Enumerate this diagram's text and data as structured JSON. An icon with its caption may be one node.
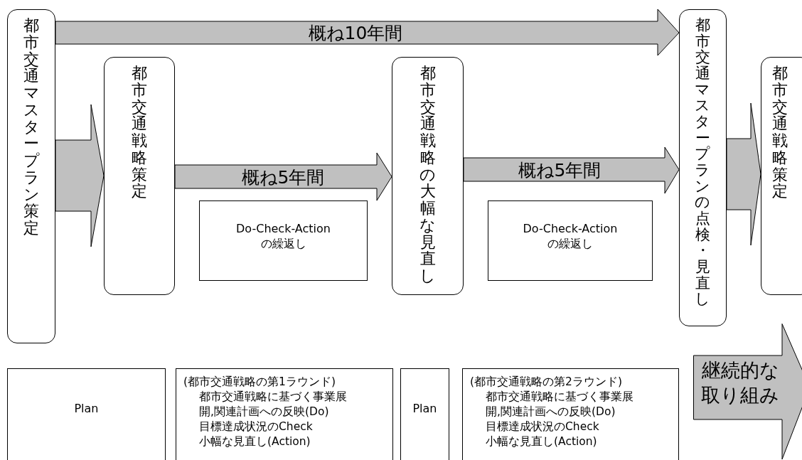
{
  "diagram": {
    "nodes": [
      {
        "text": [
          "都市交通マスタープラン策定"
        ]
      },
      {
        "text": [
          "都市交通戦略策定"
        ]
      },
      {
        "text": [
          "都市交通戦略の大幅な見直し"
        ]
      },
      {
        "text": [
          "都市交通マスタープランの点検・見直し"
        ]
      },
      {
        "text": [
          "都市交通戦略策定"
        ]
      },
      {
        "text": [
          "Do-Check-Actionの繰返し"
        ]
      },
      {
        "text": [
          "Do-Check-Actionの繰返し"
        ]
      },
      {
        "text": [
          "Plan"
        ]
      },
      {
        "text": [
          "(都市交通戦略の第1ラウンド)",
          "都市交通戦略に基づく事業展開,関連計画への反映(Do)",
          "目標達成状況のCheck",
          "小幅な見直し(Action)"
        ]
      },
      {
        "text": [
          "Plan"
        ]
      },
      {
        "text": [
          "(都市交通戦略の第2ラウンド)",
          "都市交通戦略に基づく事業展開,関連計画への反映(Do)",
          "目標達成状況のCheck",
          "小幅な見直し(Action)"
        ]
      },
      {
        "text": [
          "継続的な取り組み"
        ]
      }
    ],
    "edges": [
      {
        "from": 0,
        "to": 3,
        "arrow": "to",
        "label": "概ね10年間"
      },
      {
        "from": 0,
        "to": 1,
        "arrow": "to"
      },
      {
        "from": 1,
        "to": 2,
        "arrow": "to",
        "label": "概ね5年間"
      },
      {
        "from": 2,
        "to": 3,
        "arrow": "to",
        "label": "概ね5年間"
      },
      {
        "from": 3,
        "to": 4,
        "arrow": "to"
      }
    ]
  }
}
